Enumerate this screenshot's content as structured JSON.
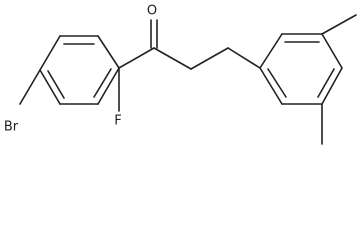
{
  "atom_labels": {
    "oxygen": "O",
    "bromine": "Br",
    "fluorine": "F"
  }
}
